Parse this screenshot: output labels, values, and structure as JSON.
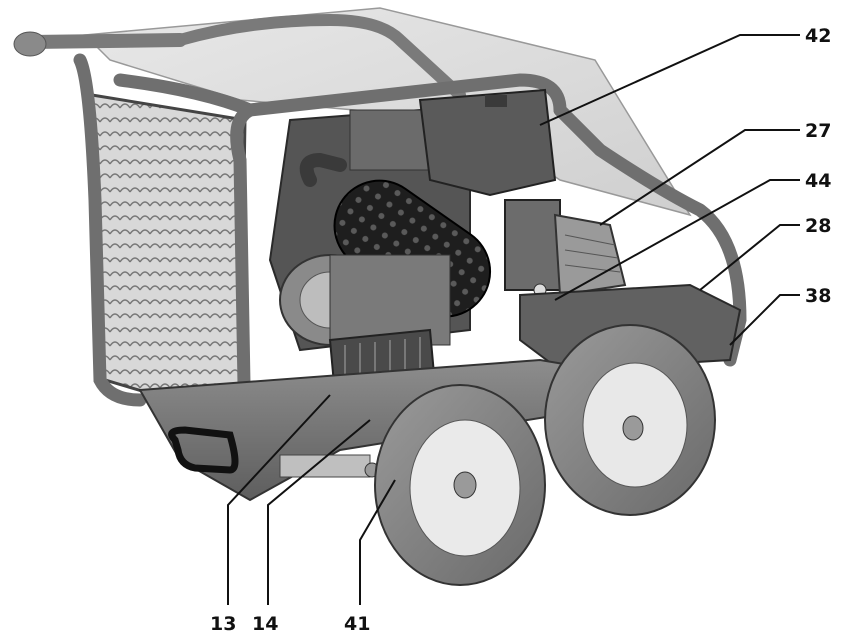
{
  "callouts": [
    {
      "id": "c42",
      "label": "42"
    },
    {
      "id": "c27",
      "label": "27"
    },
    {
      "id": "c44",
      "label": "44"
    },
    {
      "id": "c28",
      "label": "28"
    },
    {
      "id": "c38",
      "label": "38"
    },
    {
      "id": "c13",
      "label": "13"
    },
    {
      "id": "c14",
      "label": "14"
    },
    {
      "id": "c41",
      "label": "41"
    }
  ]
}
